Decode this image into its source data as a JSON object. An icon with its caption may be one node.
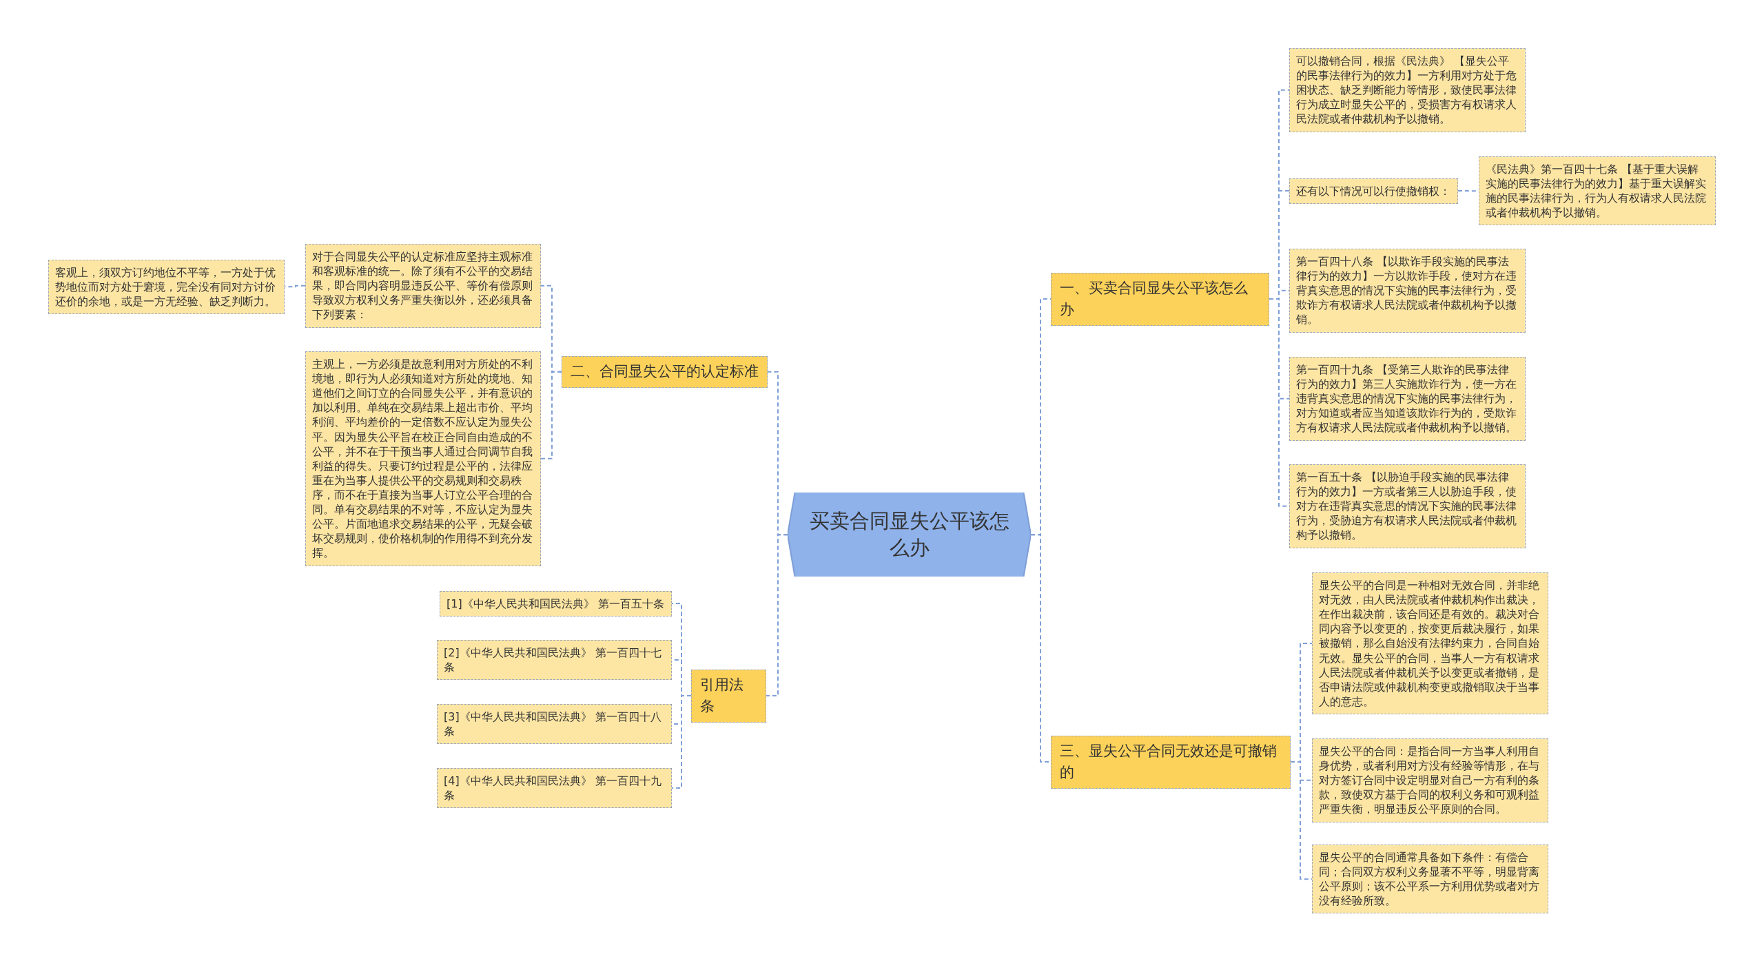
{
  "diagram": {
    "nodes": [
      {
        "text": [
          "买卖合同显失公平该怎么办"
        ]
      },
      {
        "text": [
          "一、买卖合同显失公平该怎么办"
        ]
      },
      {
        "text": [
          "可以撤销合同，根据《民法典》 【显失公平的民事法律行为的效力】一方利用对方处于危困状态、缺乏判断能力等情形，致使民事法律行为成立时显失公平的，受损害方有权请求人民法院或者仲裁机构予以撤销。"
        ]
      },
      {
        "text": [
          "还有以下情况可以行使撤销权："
        ]
      },
      {
        "text": [
          "《民法典》第一百四十七条 【基于重大误解实施的民事法律行为的效力】基于重大误解实施的民事法律行为，行为人有权请求人民法院或者仲裁机构予以撤销。"
        ]
      },
      {
        "text": [
          "第一百四十八条 【以欺诈手段实施的民事法律行为的效力】一方以欺诈手段，使对方在违背真实意思的情况下实施的民事法律行为，受欺诈方有权请求人民法院或者仲裁机构予以撤销。"
        ]
      },
      {
        "text": [
          "第一百四十九条 【受第三人欺诈的民事法律行为的效力】第三人实施欺诈行为，使一方在违背真实意思的情况下实施的民事法律行为，对方知道或者应当知道该欺诈行为的，受欺诈方有权请求人民法院或者仲裁机构予以撤销。"
        ]
      },
      {
        "text": [
          "第一百五十条 【以胁迫手段实施的民事法律行为的效力】一方或者第三人以胁迫手段，使对方在违背真实意思的情况下实施的民事法律行为，受胁迫方有权请求人民法院或者仲裁机构予以撤销。"
        ]
      },
      {
        "text": [
          "三、显失公平合同无效还是可撤销的"
        ]
      },
      {
        "text": [
          "显失公平的合同是一种相对无效合同，并非绝对无效，由人民法院或者仲裁机构作出裁决，在作出裁决前，该合同还是有效的。裁决对合同内容予以变更的，按变更后裁决履行，如果被撤销，那么自始没有法律约束力，合同自始无效。显失公平的合同，当事人一方有权请求人民法院或者仲裁机关予以变更或者撤销，是否申请法院或仲裁机构变更或撤销取决于当事人的意志。"
        ]
      },
      {
        "text": [
          "显失公平的合同：是指合同一方当事人利用自身优势，或者利用对方没有经验等情形，在与对方签订合同中设定明显对自己一方有利的条款，致使双方基于合同的权利义务和可观利益严重失衡，明显违反公平原则的合同。"
        ]
      },
      {
        "text": [
          "显失公平的合同通常具备如下条件：有偿合同；合同双方权利义务显著不平等，明显背离公平原则；该不公平系一方利用优势或者对方没有经验所致。"
        ]
      },
      {
        "text": [
          "二、合同显失公平的认定标准"
        ]
      },
      {
        "text": [
          "对于合同显失公平的认定标准应坚持主观标准和客观标准的统一。除了须有不公平的交易结果，即合同内容明显违反公平、等价有偿原则导致双方权利义务严重失衡以外，还必须具备下列要素："
        ]
      },
      {
        "text": [
          "客观上，须双方订约地位不平等，一方处于优势地位而对方处于窘境，完全没有同对方讨价还价的余地，或是一方无经验、缺乏判断力。"
        ]
      },
      {
        "text": [
          "主观上，一方必须是故意利用对方所处的不利境地，即行为人必须知道对方所处的境地、知道他们之间订立的合同显失公平，并有意识的加以利用。单纯在交易结果上超出市价、平均利润、平均差价的一定倍数不应认定为显失公平。因为显失公平旨在校正合同自由造成的不公平，并不在于干预当事人通过合同调节自我利益的得失。只要订约过程是公平的，法律应重在为当事人提供公平的交易规则和交易秩序，而不在于直接为当事人订立公平合理的合同。单有交易结果的不对等，不应认定为显失公平。片面地追求交易结果的公平，无疑会破坏交易规则，使价格机制的作用得不到充分发挥。"
        ]
      },
      {
        "text": [
          "引用法条"
        ]
      },
      {
        "text": [
          "[1]《中华人民共和国民法典》 第一百五十条"
        ]
      },
      {
        "text": [
          "[2]《中华人民共和国民法典》 第一百四十七条"
        ]
      },
      {
        "text": [
          "[3]《中华人民共和国民法典》 第一百四十八条"
        ]
      },
      {
        "text": [
          "[4]《中华人民共和国民法典》 第一百四十九条"
        ]
      }
    ],
    "edges": [
      {
        "from": 0,
        "to": 1,
        "arrow": "none"
      },
      {
        "from": 1,
        "to": 2,
        "arrow": "none"
      },
      {
        "from": 1,
        "to": 3,
        "arrow": "none"
      },
      {
        "from": 3,
        "to": 4,
        "arrow": "none"
      },
      {
        "from": 1,
        "to": 5,
        "arrow": "none"
      },
      {
        "from": 1,
        "to": 6,
        "arrow": "none"
      },
      {
        "from": 1,
        "to": 7,
        "arrow": "none"
      },
      {
        "from": 0,
        "to": 8,
        "arrow": "none"
      },
      {
        "from": 8,
        "to": 9,
        "arrow": "none"
      },
      {
        "from": 8,
        "to": 10,
        "arrow": "none"
      },
      {
        "from": 8,
        "to": 11,
        "arrow": "none"
      },
      {
        "from": 0,
        "to": 12,
        "arrow": "none"
      },
      {
        "from": 12,
        "to": 13,
        "arrow": "none"
      },
      {
        "from": 13,
        "to": 14,
        "arrow": "none"
      },
      {
        "from": 12,
        "to": 15,
        "arrow": "none"
      },
      {
        "from": 0,
        "to": 16,
        "arrow": "none"
      },
      {
        "from": 16,
        "to": 17,
        "arrow": "none"
      },
      {
        "from": 16,
        "to": 18,
        "arrow": "none"
      },
      {
        "from": 16,
        "to": 19,
        "arrow": "none"
      },
      {
        "from": 16,
        "to": 20,
        "arrow": "none"
      }
    ]
  }
}
